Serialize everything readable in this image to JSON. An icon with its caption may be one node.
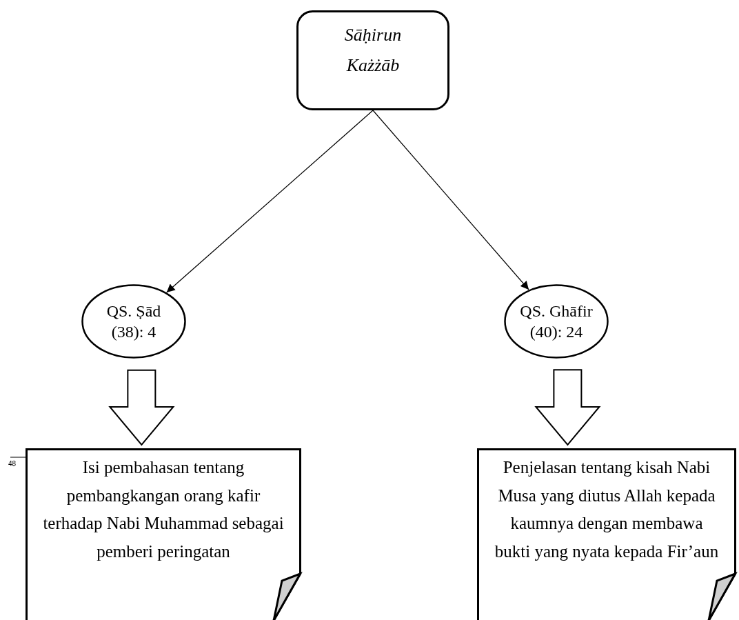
{
  "diagram": {
    "nodes": [
      {
        "text": [
          "Sāḥirun Każżāb"
        ]
      },
      {
        "text": [
          "QS. Ṣād (38): 4"
        ]
      },
      {
        "text": [
          "QS. Ghāfir (40): 24"
        ]
      },
      {
        "text": [
          "Isi pembahasan tentang pembangkangan orang kafir terhadap Nabi Muhammad sebagai pemberi peringatan"
        ]
      },
      {
        "text": [
          "Penjelasan tentang kisah Nabi Musa yang diutus Allah kepada kaumnya dengan membawa bukti yang nyata kepada Fir’aun"
        ]
      }
    ],
    "edges": [
      {
        "from": 0,
        "to": 1,
        "arrow": "to"
      },
      {
        "from": 0,
        "to": 2,
        "arrow": "to"
      },
      {
        "from": 1,
        "to": 3,
        "arrow": "to",
        "style": "thick"
      },
      {
        "from": 2,
        "to": 4,
        "arrow": "to",
        "style": "thick"
      }
    ],
    "labels": [
      "48"
    ]
  }
}
